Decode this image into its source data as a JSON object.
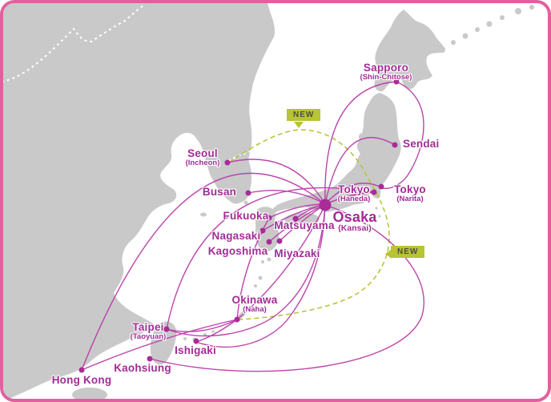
{
  "badges": {
    "top": "NEW",
    "right": "NEW"
  },
  "colors": {
    "border": "#e2609f",
    "label": "#a32b96",
    "route": "#ba3ba8",
    "dashed_route": "#b9c43a",
    "land": "#c9c9c9",
    "badge_bg": "#b7c433",
    "badge_text": "#4c4c42"
  },
  "cities": [
    {
      "name": "Sapporo",
      "sub": "(Shin-Chitose)"
    },
    {
      "name": "Sendai",
      "sub": ""
    },
    {
      "name": "Seoul",
      "sub": "(Incheon)"
    },
    {
      "name": "Busan",
      "sub": ""
    },
    {
      "name": "Tokyo",
      "sub": "(Haneda)"
    },
    {
      "name": "Tokyo",
      "sub": "(Narita)"
    },
    {
      "name": "Osaka",
      "sub": "(Kansai)"
    },
    {
      "name": "Fukuoka",
      "sub": ""
    },
    {
      "name": "Matsuyama",
      "sub": ""
    },
    {
      "name": "Nagasaki",
      "sub": ""
    },
    {
      "name": "Kagoshima",
      "sub": ""
    },
    {
      "name": "Miyazaki",
      "sub": ""
    },
    {
      "name": "Okinawa",
      "sub": "(Naha)"
    },
    {
      "name": "Taipei",
      "sub": "(Taoyuan)"
    },
    {
      "name": "Ishigaki",
      "sub": ""
    },
    {
      "name": "Kaohsiung",
      "sub": ""
    },
    {
      "name": "Hong Kong",
      "sub": ""
    }
  ]
}
